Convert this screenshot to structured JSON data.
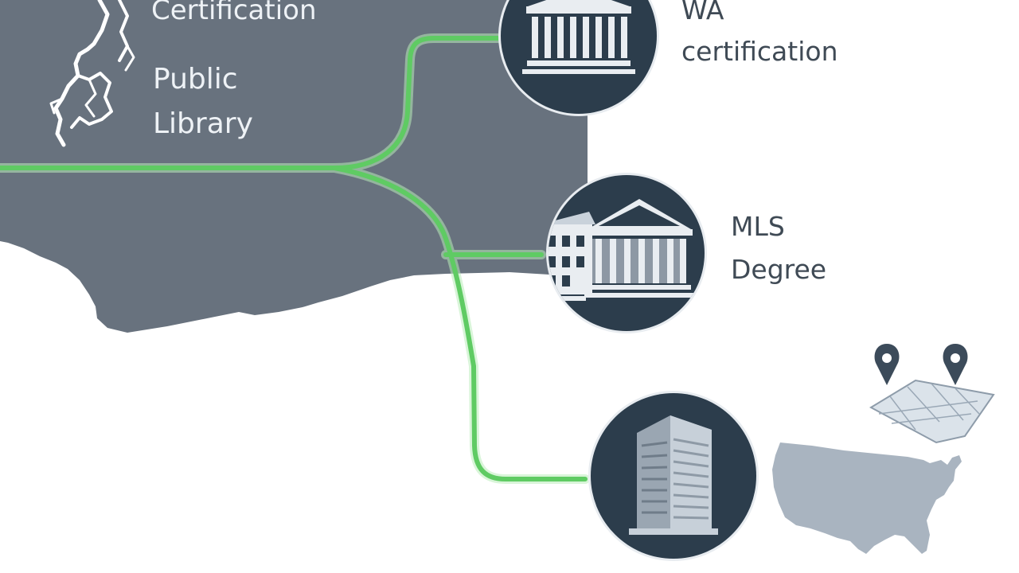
{
  "colors": {
    "slate_region": "#68727e",
    "slate_light": "#9aa3ad",
    "route": "#5fcb63",
    "route_glow": "#b9ecb9",
    "badge_fill": "#2c3d4c",
    "badge_ring": "#e8ecf0",
    "us_map": "#a9b4c0",
    "pin": "#3c4b5a",
    "text_light": "#eef2f6",
    "text_dark": "#3f4a55"
  },
  "labels": {
    "certification": "Certification",
    "public_library_line1": "Public",
    "public_library_line2": "Library",
    "wa_certification_line1": "WA",
    "wa_certification_line2": "certification",
    "mls_degree_line1": "MLS",
    "mls_degree_line2": "Degree"
  },
  "icons": {
    "wa_node": "government-building-icon",
    "mls_node": "university-building-icon",
    "office_node": "office-tower-icon",
    "region_map": "washington-state-map-icon",
    "location_map": "map-with-location-pins-icon",
    "us_map": "united-states-map-icon"
  }
}
